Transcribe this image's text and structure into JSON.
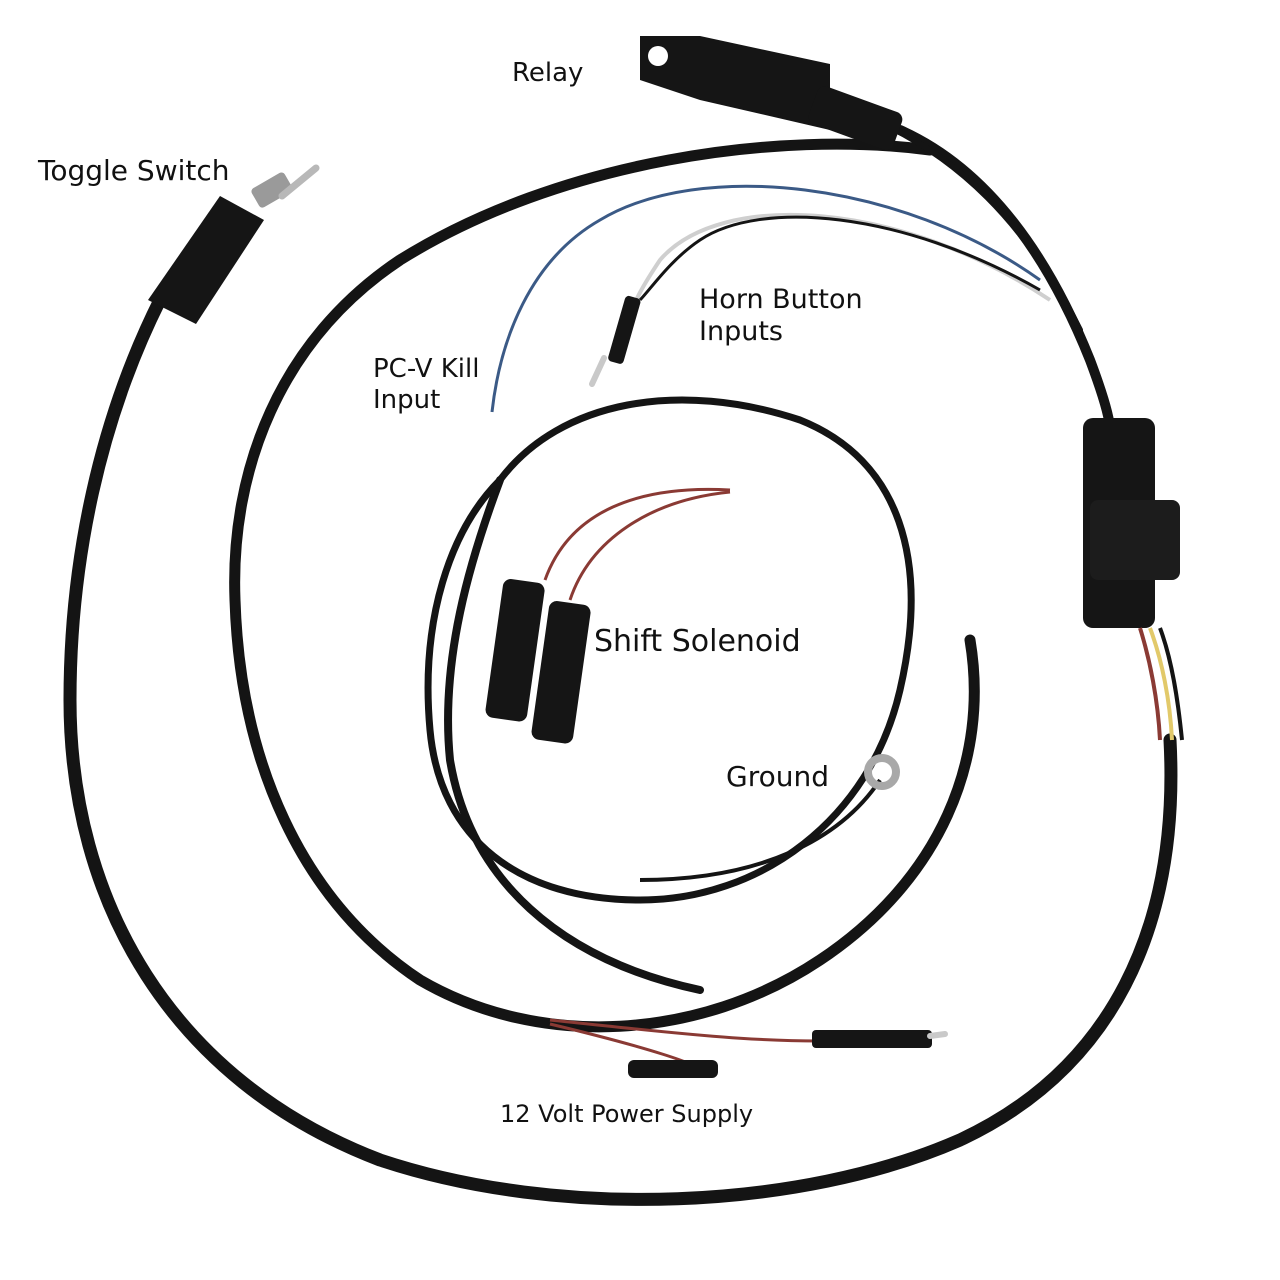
{
  "labels": {
    "relay": "Relay",
    "toggle_switch": "Toggle Switch",
    "horn_button_line1": "Horn Button",
    "horn_button_line2": "Inputs",
    "pcv_kill_line1": "PC-V Kill",
    "pcv_kill_line2": "Input",
    "shift_solenoid": "Shift Solenoid",
    "ground": "Ground",
    "power_supply": "12 Volt Power Supply"
  },
  "colors": {
    "background": "#ffffff",
    "cable": "#141414",
    "wire_blue": "#3b5a86",
    "wire_white": "#d8d8d8",
    "wire_red": "#8a3a34",
    "terminal_metal": "#c9c9c9",
    "wire_yellow": "#e2c96a",
    "label_text": "#111111"
  }
}
